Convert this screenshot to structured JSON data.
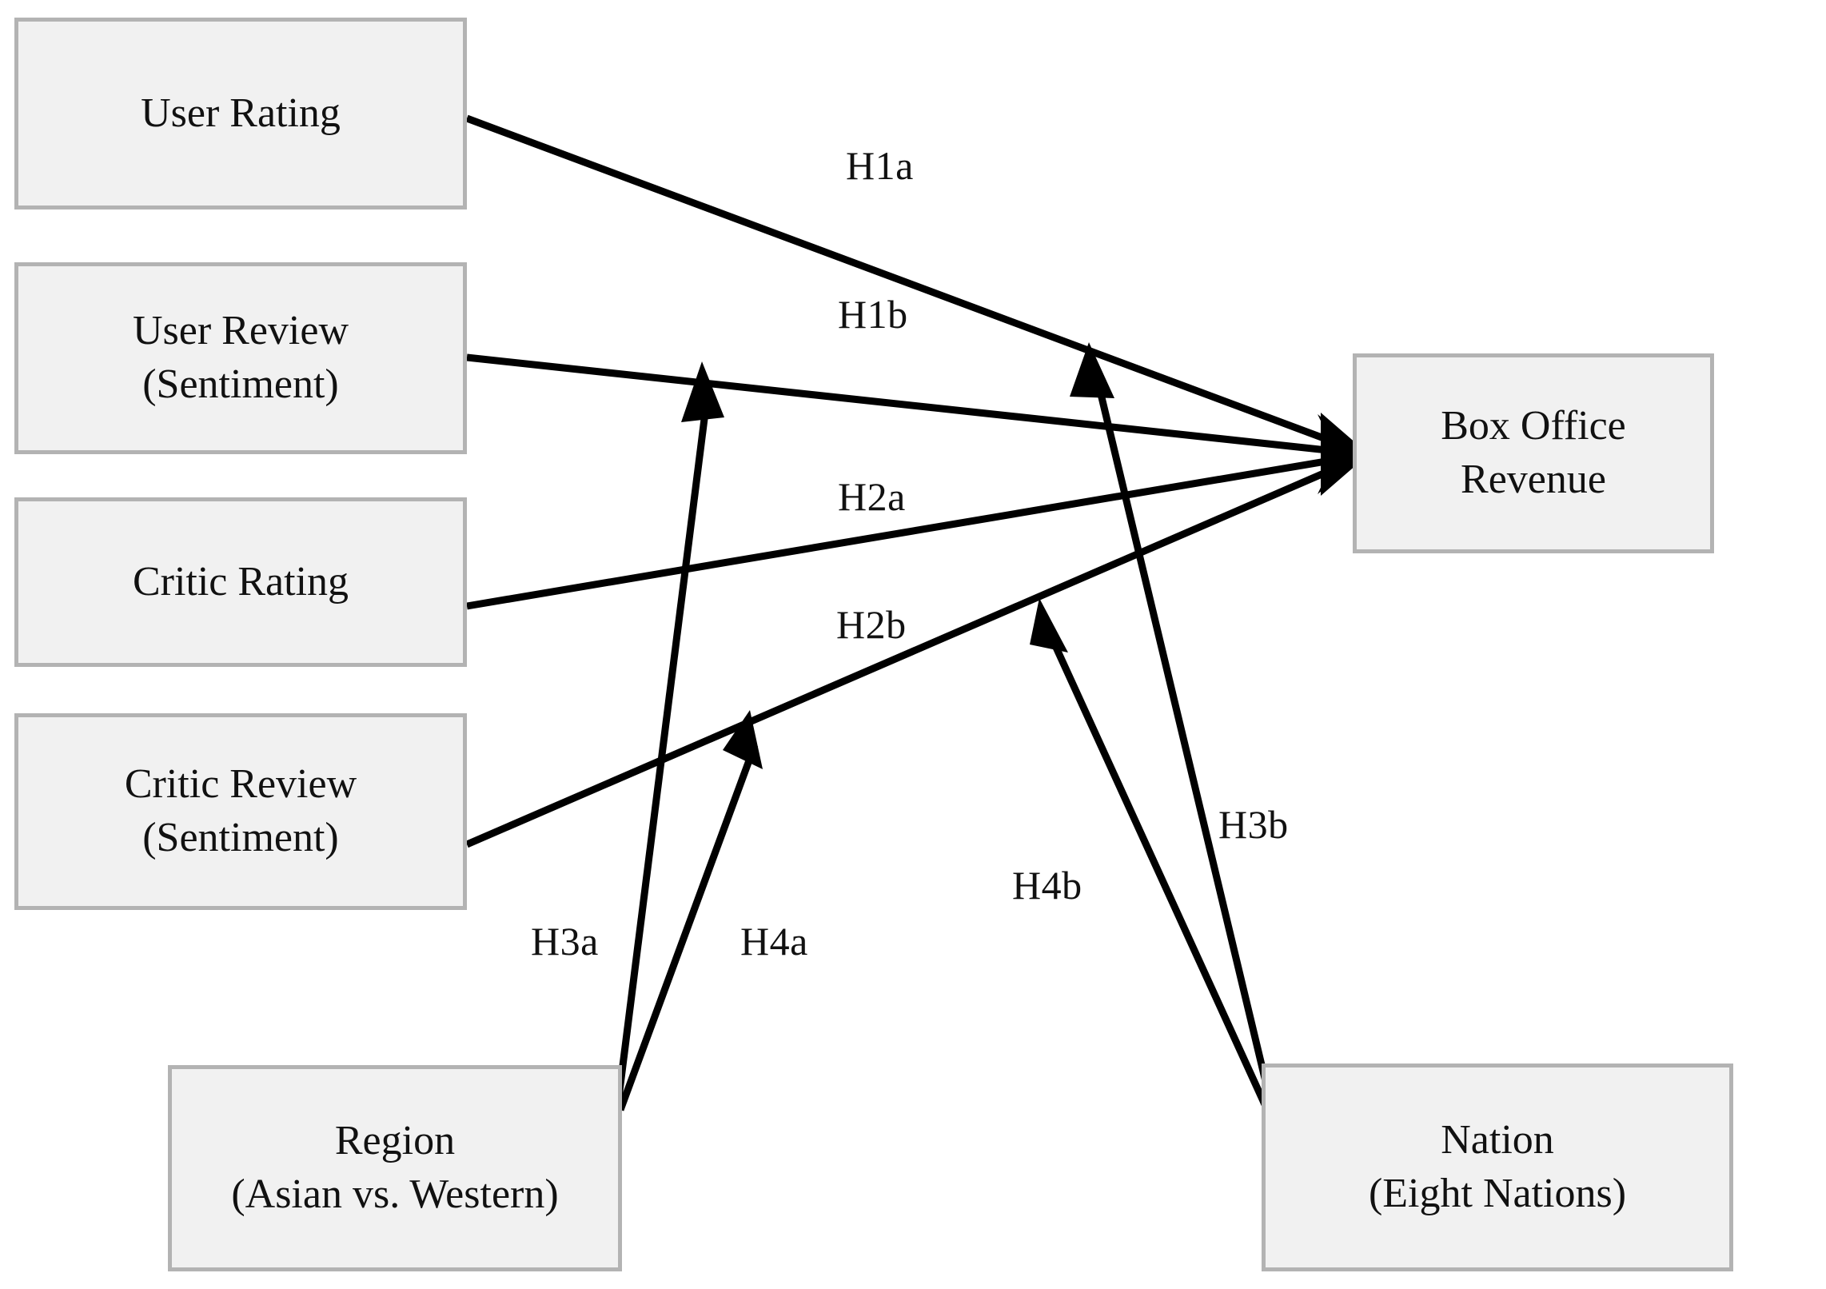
{
  "diagram": {
    "type": "research-model-path-diagram",
    "title_visible": false,
    "colors": {
      "node_fill": "#f1f1f1",
      "node_border": "#b3b3b3",
      "edge_stroke": "#000000",
      "text": "#111111",
      "background": "#ffffff"
    },
    "nodes": [
      {
        "id": "user-rating",
        "label": "User Rating"
      },
      {
        "id": "user-review",
        "label": "User Review\n(Sentiment)"
      },
      {
        "id": "critic-rating",
        "label": "Critic Rating"
      },
      {
        "id": "critic-review",
        "label": "Critic Review\n(Sentiment)"
      },
      {
        "id": "region",
        "label": "Region\n(Asian vs. Western)"
      },
      {
        "id": "nation",
        "label": "Nation\n(Eight Nations)"
      },
      {
        "id": "box-office",
        "label": "Box Office\nRevenue"
      }
    ],
    "edges": [
      {
        "id": "h1a",
        "label": "H1a",
        "from": "user-rating",
        "to": "box-office",
        "arrow": "block"
      },
      {
        "id": "h1b",
        "label": "H1b",
        "from": "user-review",
        "to": "box-office",
        "arrow": "block"
      },
      {
        "id": "h2a",
        "label": "H2a",
        "from": "critic-rating",
        "to": "box-office",
        "arrow": "block"
      },
      {
        "id": "h2b",
        "label": "H2b",
        "from": "critic-review",
        "to": "box-office",
        "arrow": "block"
      },
      {
        "id": "h3a",
        "label": "H3a",
        "from": "region",
        "to": "h1b-path",
        "arrow": "open"
      },
      {
        "id": "h4a",
        "label": "H4a",
        "from": "region",
        "to": "h2b-path",
        "arrow": "open"
      },
      {
        "id": "h4b",
        "label": "H4b",
        "from": "nation",
        "to": "h2b-path",
        "arrow": "open"
      },
      {
        "id": "h3b",
        "label": "H3b",
        "from": "nation",
        "to": "h1a-path",
        "arrow": "open"
      }
    ]
  }
}
